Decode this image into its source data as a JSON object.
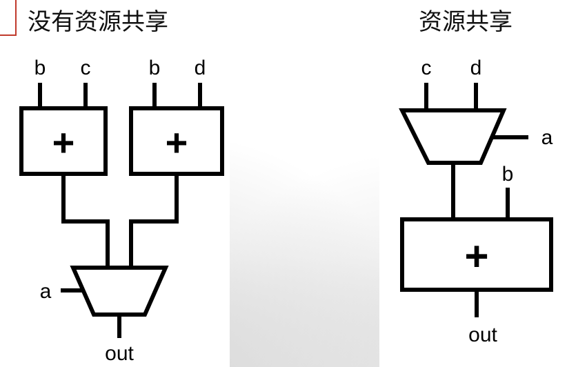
{
  "titles": {
    "left": "没有资源共享",
    "right": "资源共享"
  },
  "left_diagram": {
    "adder1_inputs": [
      "b",
      "c"
    ],
    "adder2_inputs": [
      "b",
      "d"
    ],
    "adder_symbol": "+",
    "mux_select": "a",
    "output": "out"
  },
  "right_diagram": {
    "mux_inputs": [
      "c",
      "d"
    ],
    "mux_select": "a",
    "adder_other_input": "b",
    "adder_symbol": "+",
    "output": "out"
  }
}
